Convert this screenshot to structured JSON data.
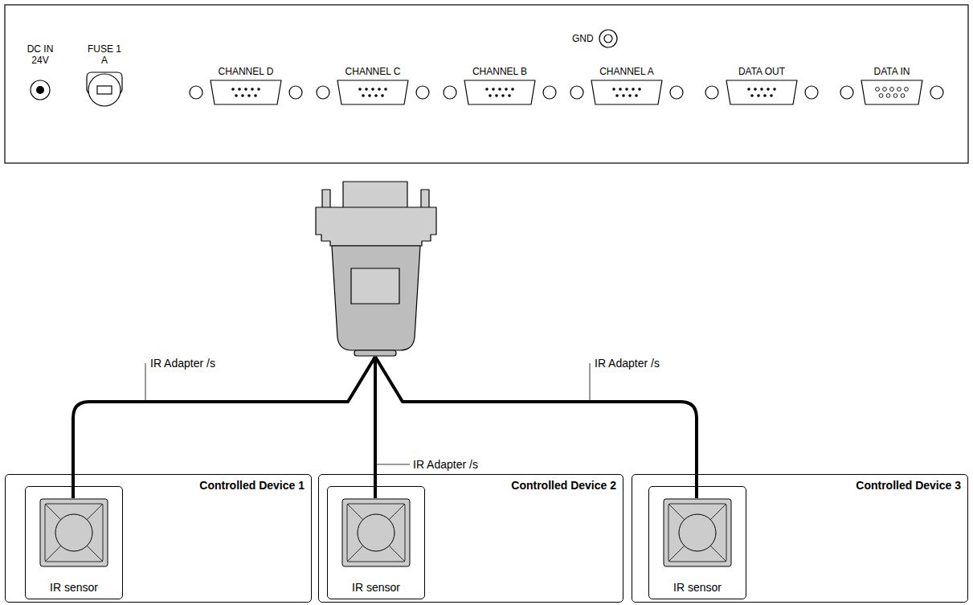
{
  "diagram": {
    "nodes": [
      {
        "text": [
          "Controlled Device 1"
        ]
      },
      {
        "text": [
          "IR sensor"
        ],
        "in": 0
      },
      {
        "text": [
          "Controlled Device 2"
        ]
      },
      {
        "text": [
          "IR sensor"
        ],
        "in": 2
      },
      {
        "text": [
          "Controlled Device 3"
        ]
      },
      {
        "text": [
          "IR sensor"
        ],
        "in": 4
      }
    ],
    "labels": [
      "DC IN 24V",
      "FUSE 1 A",
      "GND",
      "CHANNEL D",
      "CHANNEL C",
      "CHANNEL B",
      "CHANNEL A",
      "DATA OUT",
      "DATA IN",
      "IR Adapter /s",
      "IR Adapter /s",
      "IR Adapter /s"
    ]
  }
}
